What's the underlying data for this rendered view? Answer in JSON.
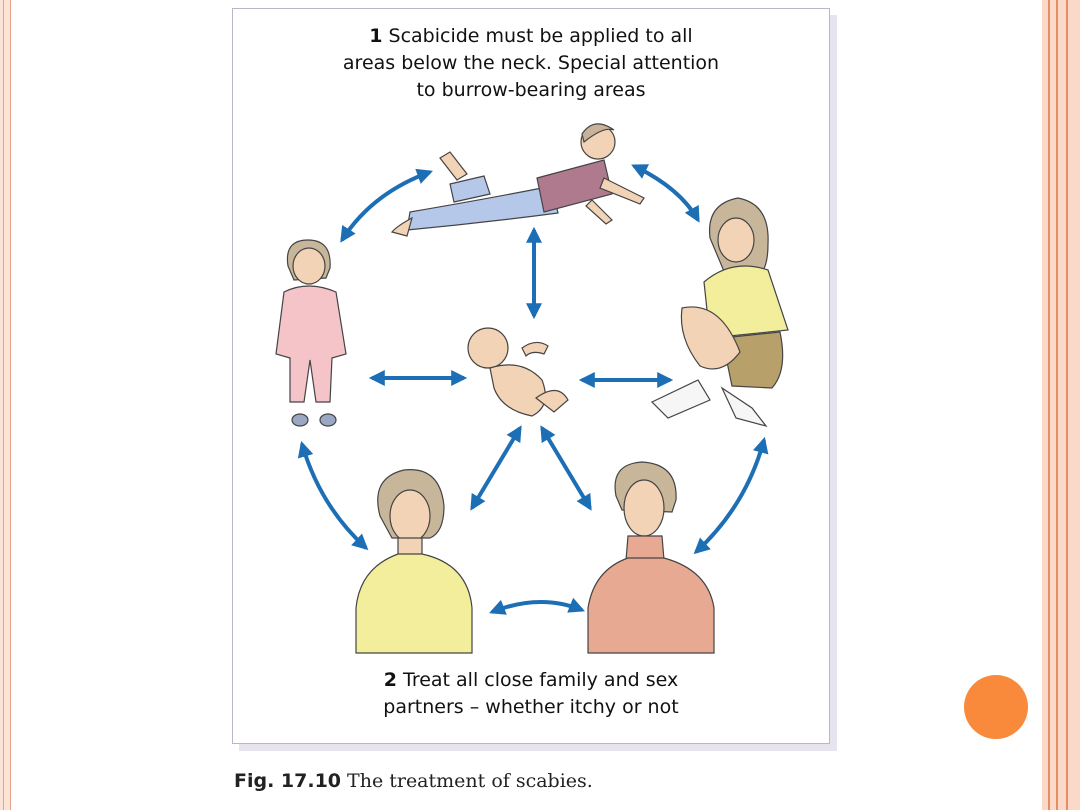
{
  "figure": {
    "top_caption": {
      "number": "1",
      "lines": [
        "Scabicide must be applied to all",
        "areas below the neck. Special attention",
        "to burrow-bearing areas"
      ]
    },
    "bottom_caption": {
      "number": "2",
      "lines": [
        "Treat all close family and sex",
        "partners – whether itchy or not"
      ]
    },
    "caption": {
      "label": "Fig. 17.10",
      "text": "The treatment of scabies."
    }
  },
  "colors": {
    "arrow": "#1d6fb5",
    "accent_dot": "#f98a3c",
    "frame": "#e58d67"
  },
  "icons": [
    "lying-child-figure",
    "girl-figure",
    "toddler-figure",
    "baby-figure",
    "woman-figure",
    "man-figure"
  ]
}
